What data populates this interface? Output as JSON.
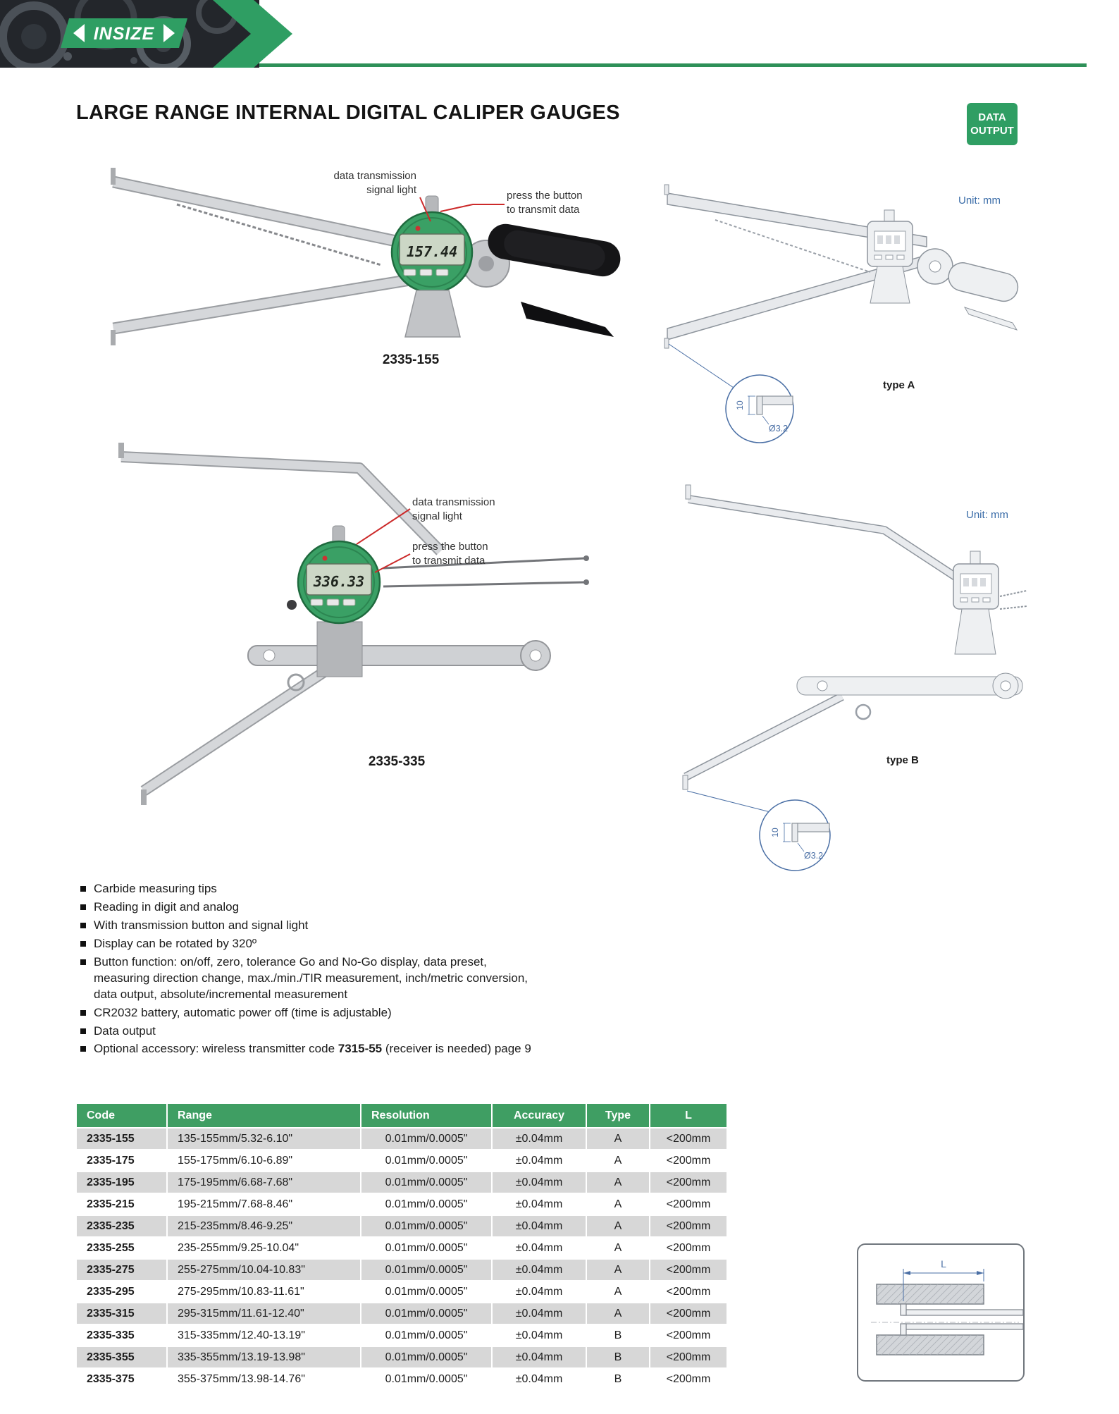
{
  "brand": {
    "logo_text": "INSIZE"
  },
  "page": {
    "title": "LARGE RANGE INTERNAL DIGITAL CALIPER GAUGES",
    "badge": {
      "line1": "DATA",
      "line2": "OUTPUT"
    }
  },
  "figures": {
    "photo_a": {
      "label": "2335-155",
      "display_reading": "157.44",
      "ann_signal": "data transmission\nsignal light",
      "ann_button": "press the button\nto transmit data"
    },
    "drawing_a": {
      "unit": "Unit: mm",
      "type_label": "type A",
      "detail": {
        "dim": "10",
        "dia": "Ø3.2"
      }
    },
    "photo_b": {
      "label": "2335-335",
      "display_reading": "336.33",
      "ann_signal": "data transmission\nsignal light",
      "ann_button": "press the button\nto transmit data"
    },
    "drawing_b": {
      "unit": "Unit: mm",
      "type_label": "type B",
      "detail": {
        "dim": "10",
        "dia": "Ø3.2"
      }
    },
    "l_diagram": {
      "dim_label": "L"
    }
  },
  "features": [
    "Carbide measuring tips",
    "Reading in digit and analog",
    "With transmission button and signal light",
    "Display can be rotated by 320º",
    "Button function: on/off, zero, tolerance Go and No-Go display, data preset, measuring direction change, max./min./TIR measurement, inch/metric conversion, data output, absolute/incremental measurement",
    "CR2032 battery, automatic power off (time is adjustable)",
    "Data output",
    {
      "pre": "Optional accessory: wireless transmitter code ",
      "bold": "7315-55",
      "post": " (receiver is needed) page 9"
    }
  ],
  "table": {
    "headers": [
      "Code",
      "Range",
      "Resolution",
      "Accuracy",
      "Type",
      "L"
    ],
    "rows": [
      [
        "2335-155",
        "135-155mm/5.32-6.10\"",
        "0.01mm/0.0005\"",
        "±0.04mm",
        "A",
        "<200mm"
      ],
      [
        "2335-175",
        "155-175mm/6.10-6.89\"",
        "0.01mm/0.0005\"",
        "±0.04mm",
        "A",
        "<200mm"
      ],
      [
        "2335-195",
        "175-195mm/6.68-7.68\"",
        "0.01mm/0.0005\"",
        "±0.04mm",
        "A",
        "<200mm"
      ],
      [
        "2335-215",
        "195-215mm/7.68-8.46\"",
        "0.01mm/0.0005\"",
        "±0.04mm",
        "A",
        "<200mm"
      ],
      [
        "2335-235",
        "215-235mm/8.46-9.25\"",
        "0.01mm/0.0005\"",
        "±0.04mm",
        "A",
        "<200mm"
      ],
      [
        "2335-255",
        "235-255mm/9.25-10.04\"",
        "0.01mm/0.0005\"",
        "±0.04mm",
        "A",
        "<200mm"
      ],
      [
        "2335-275",
        "255-275mm/10.04-10.83\"",
        "0.01mm/0.0005\"",
        "±0.04mm",
        "A",
        "<200mm"
      ],
      [
        "2335-295",
        "275-295mm/10.83-11.61\"",
        "0.01mm/0.0005\"",
        "±0.04mm",
        "A",
        "<200mm"
      ],
      [
        "2335-315",
        "295-315mm/11.61-12.40\"",
        "0.01mm/0.0005\"",
        "±0.04mm",
        "A",
        "<200mm"
      ],
      [
        "2335-335",
        "315-335mm/12.40-13.19\"",
        "0.01mm/0.0005\"",
        "±0.04mm",
        "B",
        "<200mm"
      ],
      [
        "2335-355",
        "335-355mm/13.19-13.98\"",
        "0.01mm/0.0005\"",
        "±0.04mm",
        "B",
        "<200mm"
      ],
      [
        "2335-375",
        "355-375mm/13.98-14.76\"",
        "0.01mm/0.0005\"",
        "±0.04mm",
        "B",
        "<200mm"
      ]
    ]
  }
}
